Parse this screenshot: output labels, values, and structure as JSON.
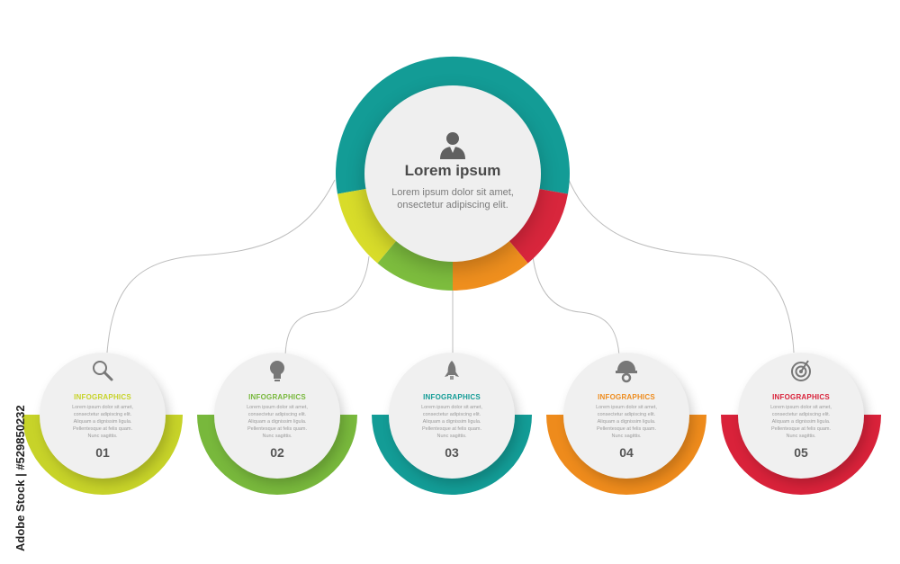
{
  "central": {
    "title": "Lorem ipsum",
    "text_line1": "Lorem ipsum dolor sit amet,",
    "text_line2": "onsectetur adipiscing elit.",
    "icon": "person-icon",
    "ring_colors": [
      "#139c96",
      "#d8dc2a",
      "#7dbd3e",
      "#ef8f1e",
      "#d8263c"
    ]
  },
  "nodes": [
    {
      "label": "INFOGRAPHICS",
      "number": "01",
      "icon": "magnifier-icon",
      "color": "#c7d329",
      "text": [
        "Lorem ipsum dolor sit amet,",
        "consectetur adipiscing elit.",
        "Aliquam a dignissim ligula.",
        "Pellentesque at felis quam.",
        "Nunc sagittis."
      ]
    },
    {
      "label": "INFOGRAPHICS",
      "number": "02",
      "icon": "lightbulb-icon",
      "color": "#78b83c",
      "text": [
        "Lorem ipsum dolor sit amet,",
        "consectetur adipiscing elit.",
        "Aliquam a dignissim ligula.",
        "Pellentesque at felis quam.",
        "Nunc sagittis."
      ]
    },
    {
      "label": "INFOGRAPHICS",
      "number": "03",
      "icon": "rocket-icon",
      "color": "#139c96",
      "text": [
        "Lorem ipsum dolor sit amet,",
        "consectetur adipiscing elit.",
        "Aliquam a dignissim ligula.",
        "Pellentesque at felis quam.",
        "Nunc sagittis."
      ]
    },
    {
      "label": "INFOGRAPHICS",
      "number": "04",
      "icon": "helmet-gear-icon",
      "color": "#ee8b1c",
      "text": [
        "Lorem ipsum dolor sit amet,",
        "consectetur adipiscing elit.",
        "Aliquam a dignissim ligula.",
        "Pellentesque at felis quam.",
        "Nunc sagittis."
      ]
    },
    {
      "label": "INFOGRAPHICS",
      "number": "05",
      "icon": "target-icon",
      "color": "#d9223a",
      "text": [
        "Lorem ipsum dolor sit amet,",
        "consectetur adipiscing elit.",
        "Aliquam a dignissim ligula.",
        "Pellentesque at felis quam.",
        "Nunc sagittis."
      ]
    }
  ],
  "watermark": {
    "text": "Adobe Stock | #529850232"
  }
}
